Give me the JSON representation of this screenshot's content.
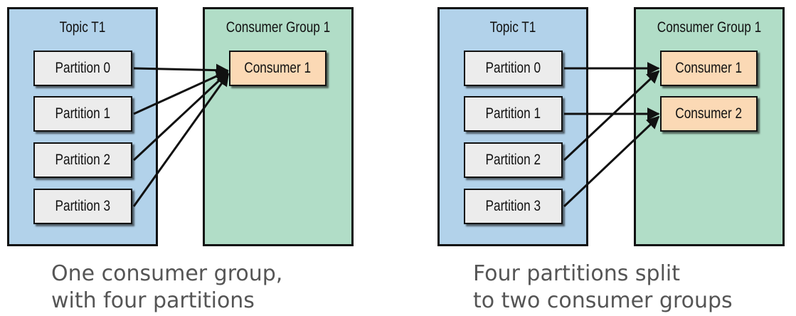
{
  "left": {
    "topic_title": "Topic T1",
    "group_title": "Consumer Group 1",
    "partitions": [
      "Partition 0",
      "Partition 1",
      "Partition 2",
      "Partition 3"
    ],
    "consumers": [
      "Consumer 1"
    ],
    "caption_line1": "One consumer group,",
    "caption_line2": "with four partitions"
  },
  "right": {
    "topic_title": "Topic T1",
    "group_title": "Consumer Group 1",
    "partitions": [
      "Partition 0",
      "Partition 1",
      "Partition 2",
      "Partition 3"
    ],
    "consumers": [
      "Consumer 1",
      "Consumer 2"
    ],
    "caption_line1": "Four partitions split",
    "caption_line2": "to two consumer groups"
  },
  "colors": {
    "topic": "#b2d2ea",
    "group": "#b1ddc7",
    "partition": "#ececec",
    "consumer": "#fbd9b5",
    "caption": "#555555"
  }
}
